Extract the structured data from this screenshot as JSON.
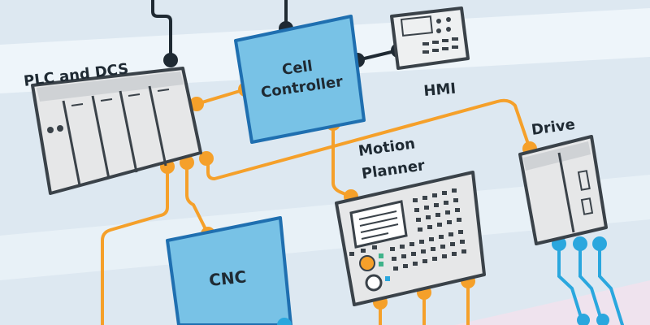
{
  "labels": {
    "plc": "PLC and DCS",
    "cell_line1": "Cell",
    "cell_line2": "Controller",
    "hmi": "HMI",
    "motion_line1": "Motion",
    "motion_line2": "Planner",
    "drive": "Drive",
    "cnc": "CNC"
  },
  "colors": {
    "background": "#dde8f1",
    "band_light": "#eef5fa",
    "band_pink": "#efe3ee",
    "band_teal": "#d4ebef",
    "orange_link": "#f5a02a",
    "dark_link": "#1f2a33",
    "blue_link": "#2aa7de",
    "controller_fill": "#78c2e6",
    "controller_border": "#1f6fb0",
    "device_fill": "#e6e7e8",
    "device_border": "#3a4249"
  },
  "icons": [
    "plc-rack-icon",
    "hmi-panel-icon",
    "motion-planner-panel-icon",
    "drive-unit-icon"
  ]
}
